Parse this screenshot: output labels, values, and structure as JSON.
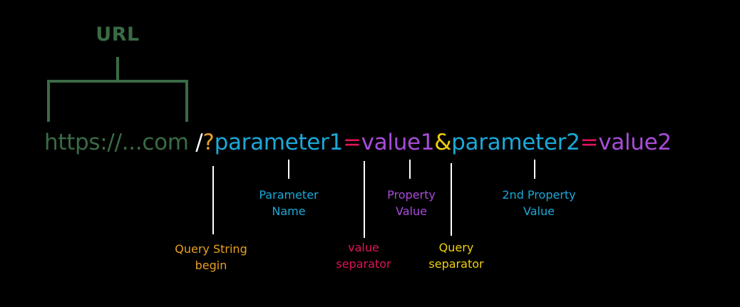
{
  "title": "URL",
  "url_parts": [
    {
      "text": "https://...com ",
      "color_key": "url"
    },
    {
      "text": "/",
      "color_key": "slash"
    },
    {
      "text": "?",
      "color_key": "query_begin"
    },
    {
      "text": "parameter1",
      "color_key": "param"
    },
    {
      "text": "=",
      "color_key": "separator"
    },
    {
      "text": "value1",
      "color_key": "value"
    },
    {
      "text": "&",
      "color_key": "query_sep"
    },
    {
      "text": "parameter2",
      "color_key": "param"
    },
    {
      "text": "=",
      "color_key": "separator"
    },
    {
      "text": "value2",
      "color_key": "value"
    }
  ],
  "labels": {
    "parameter_name": [
      "Parameter",
      "Name"
    ],
    "property_value": [
      "Property",
      "Value"
    ],
    "second_property_value": [
      "2nd Property",
      "Value"
    ],
    "query_string_begin": [
      "Query String",
      "begin"
    ],
    "value_separator": [
      "value",
      "separator"
    ],
    "query_separator": [
      "Query",
      "separator"
    ]
  },
  "colors": {
    "background": "#000000",
    "url": "#3a6b45",
    "slash": "#ffffff",
    "query_begin": "#e8a020",
    "param": "#1ba8d8",
    "separator": "#e0145a",
    "value": "#a84cd8",
    "query_sep": "#f0d010",
    "connector": "#ffffff"
  }
}
